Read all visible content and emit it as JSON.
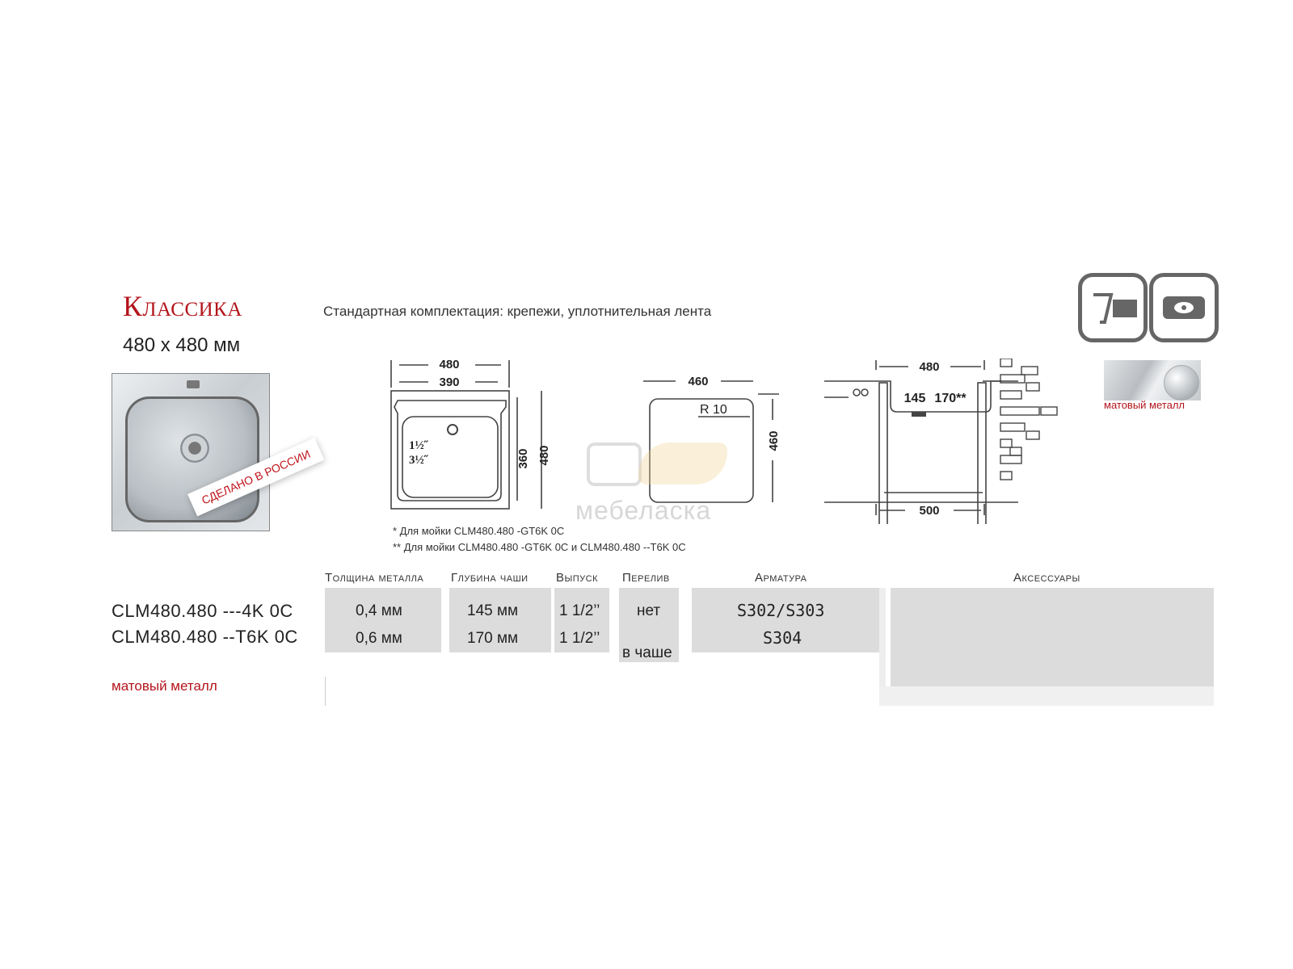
{
  "header": {
    "title": "Классика",
    "size": "480 x 480 мм",
    "standard_equipment": "Стандартная комплектация: крепежи, уплотнительная лента",
    "made_in_russia": "СДЕЛАНО В РОССИИ",
    "watermark": "мебеласка"
  },
  "drawing_top": {
    "w_outer": "480",
    "w_bowl": "390",
    "h_bowl": "360",
    "h_outer": "480",
    "drain_1": "1½˝",
    "drain_2": "3½˝"
  },
  "drawing_cut": {
    "width": "460",
    "height": "460",
    "radius": "R 10"
  },
  "drawing_section": {
    "top": "480",
    "depth_1": "145",
    "depth_2": "170**",
    "bottom": "500"
  },
  "notes": [
    "* Для мойки CLM480.480 -GT6K 0C",
    "** Для мойки CLM480.480 -GT6K 0C и CLM480.480 --T6K 0C"
  ],
  "finish": {
    "swatch_label": "матовый металл",
    "bottom_label": "матовый металл"
  },
  "icons": [
    "inset-mount-icon",
    "bowl-drain-icon"
  ],
  "table": {
    "headers": {
      "thickness": "Толщина металла",
      "depth": "Глубина чаши",
      "outlet": "Выпуск",
      "overflow": "Перелив",
      "fittings": "Арматура",
      "accessories": "Аксессуары"
    },
    "rows": [
      {
        "model": "CLM480.480 ---4K 0C",
        "thickness": "0,4 мм",
        "depth": "145 мм",
        "outlet": "1 1/2’’",
        "overflow": "нет",
        "fittings": "S302/S303"
      },
      {
        "model": "CLM480.480 --T6K 0C",
        "thickness": "0,6 мм",
        "depth": "170 мм",
        "outlet": "1 1/2’’",
        "overflow": "в чаше",
        "fittings": "S304"
      }
    ]
  },
  "colors": {
    "accent": "#b3141b",
    "cell_bg": "#dcdcdc"
  }
}
